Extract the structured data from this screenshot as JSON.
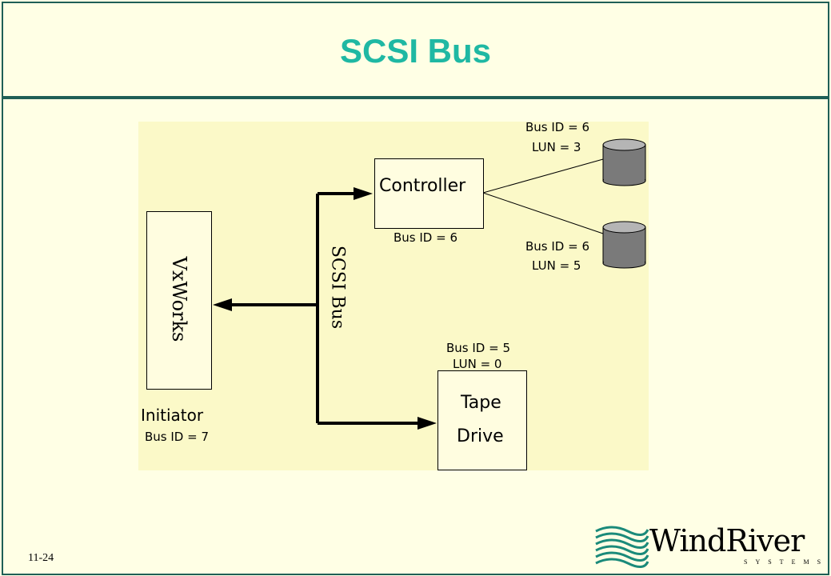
{
  "slide": {
    "title": "SCSI Bus",
    "page_number": "11-24"
  },
  "diagram": {
    "initiator": {
      "box_label": "VxWorks",
      "role_label": "Initiator",
      "bus_id": "Bus ID = 7"
    },
    "bus_label": "SCSI Bus",
    "controller": {
      "label": "Controller",
      "bus_id": "Bus ID = 6"
    },
    "disk_1": {
      "bus_id": "Bus ID = 6",
      "lun": "LUN = 3"
    },
    "disk_2": {
      "bus_id": "Bus ID = 6",
      "lun": "LUN = 5"
    },
    "tape": {
      "label_line1": "Tape",
      "label_line2": "Drive",
      "bus_id": "Bus ID = 5",
      "lun": "LUN = 0"
    }
  },
  "logo": {
    "name": "WindRiver",
    "tagline": "SYSTEMS"
  },
  "colors": {
    "title": "#1fb8a3",
    "background": "#ffffe5",
    "frame": "#1f5f56",
    "diagram_bg": "#fbf9c8",
    "disk": "#7a7a7a",
    "logo": "#1a8a7a"
  }
}
